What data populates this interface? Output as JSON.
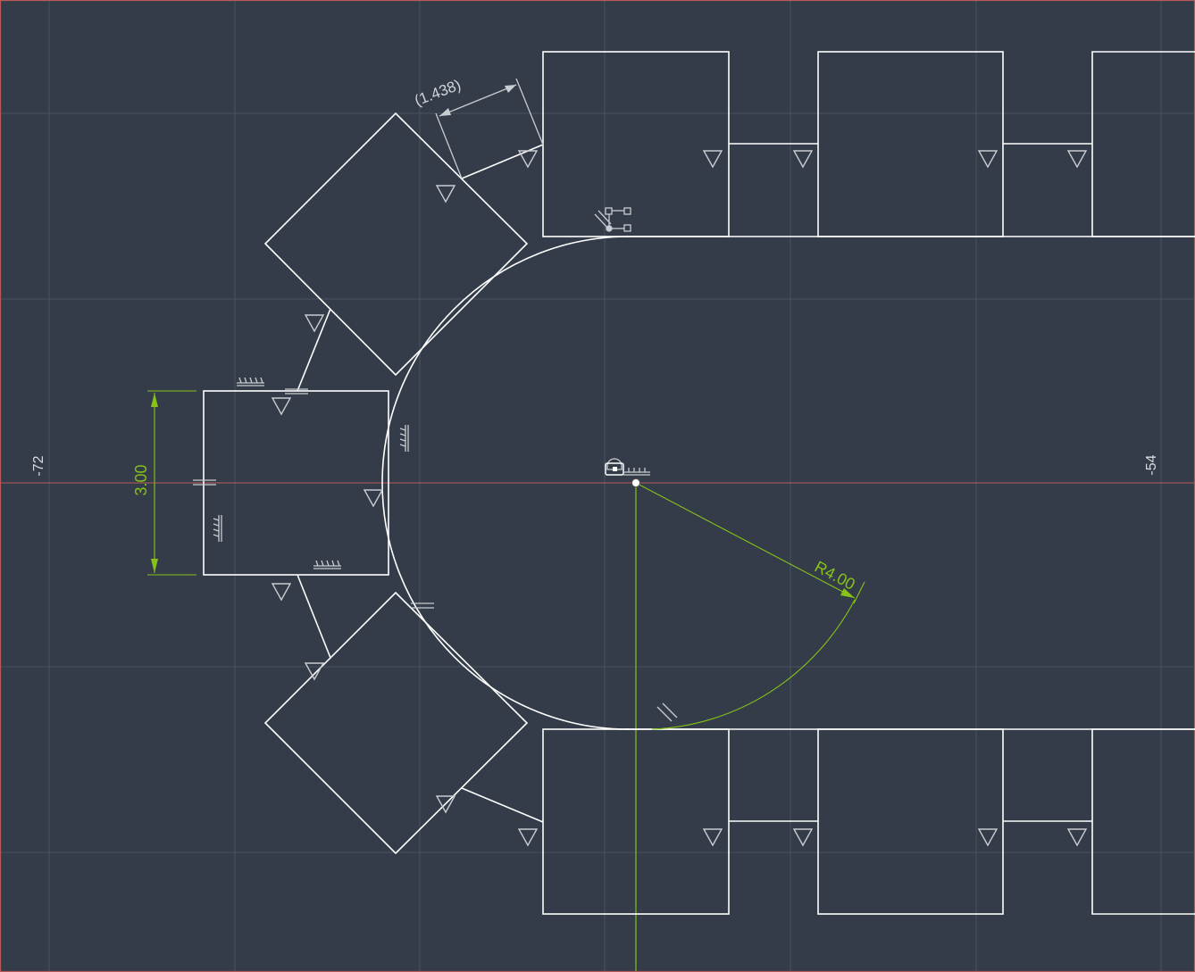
{
  "axis_labels": {
    "left": "-72",
    "right": "-54"
  },
  "dimensions": {
    "height_label": "3.00",
    "reference_label": "(1.438)",
    "radius_label": "R4.00"
  },
  "colors": {
    "background": "#333c48",
    "grid": "#4a5461",
    "geometry": "#ffffff",
    "dimension": "#86c21a",
    "x_axis": "#b85a5a",
    "y_axis": "#86c21a",
    "border": "#b85a5a"
  },
  "constraint_icons": [
    "horizontal-constraint-icon",
    "vertical-constraint-icon",
    "parallel-constraint-icon",
    "tangent-constraint-icon",
    "coincident-constraint-icon",
    "fix-constraint-icon"
  ]
}
